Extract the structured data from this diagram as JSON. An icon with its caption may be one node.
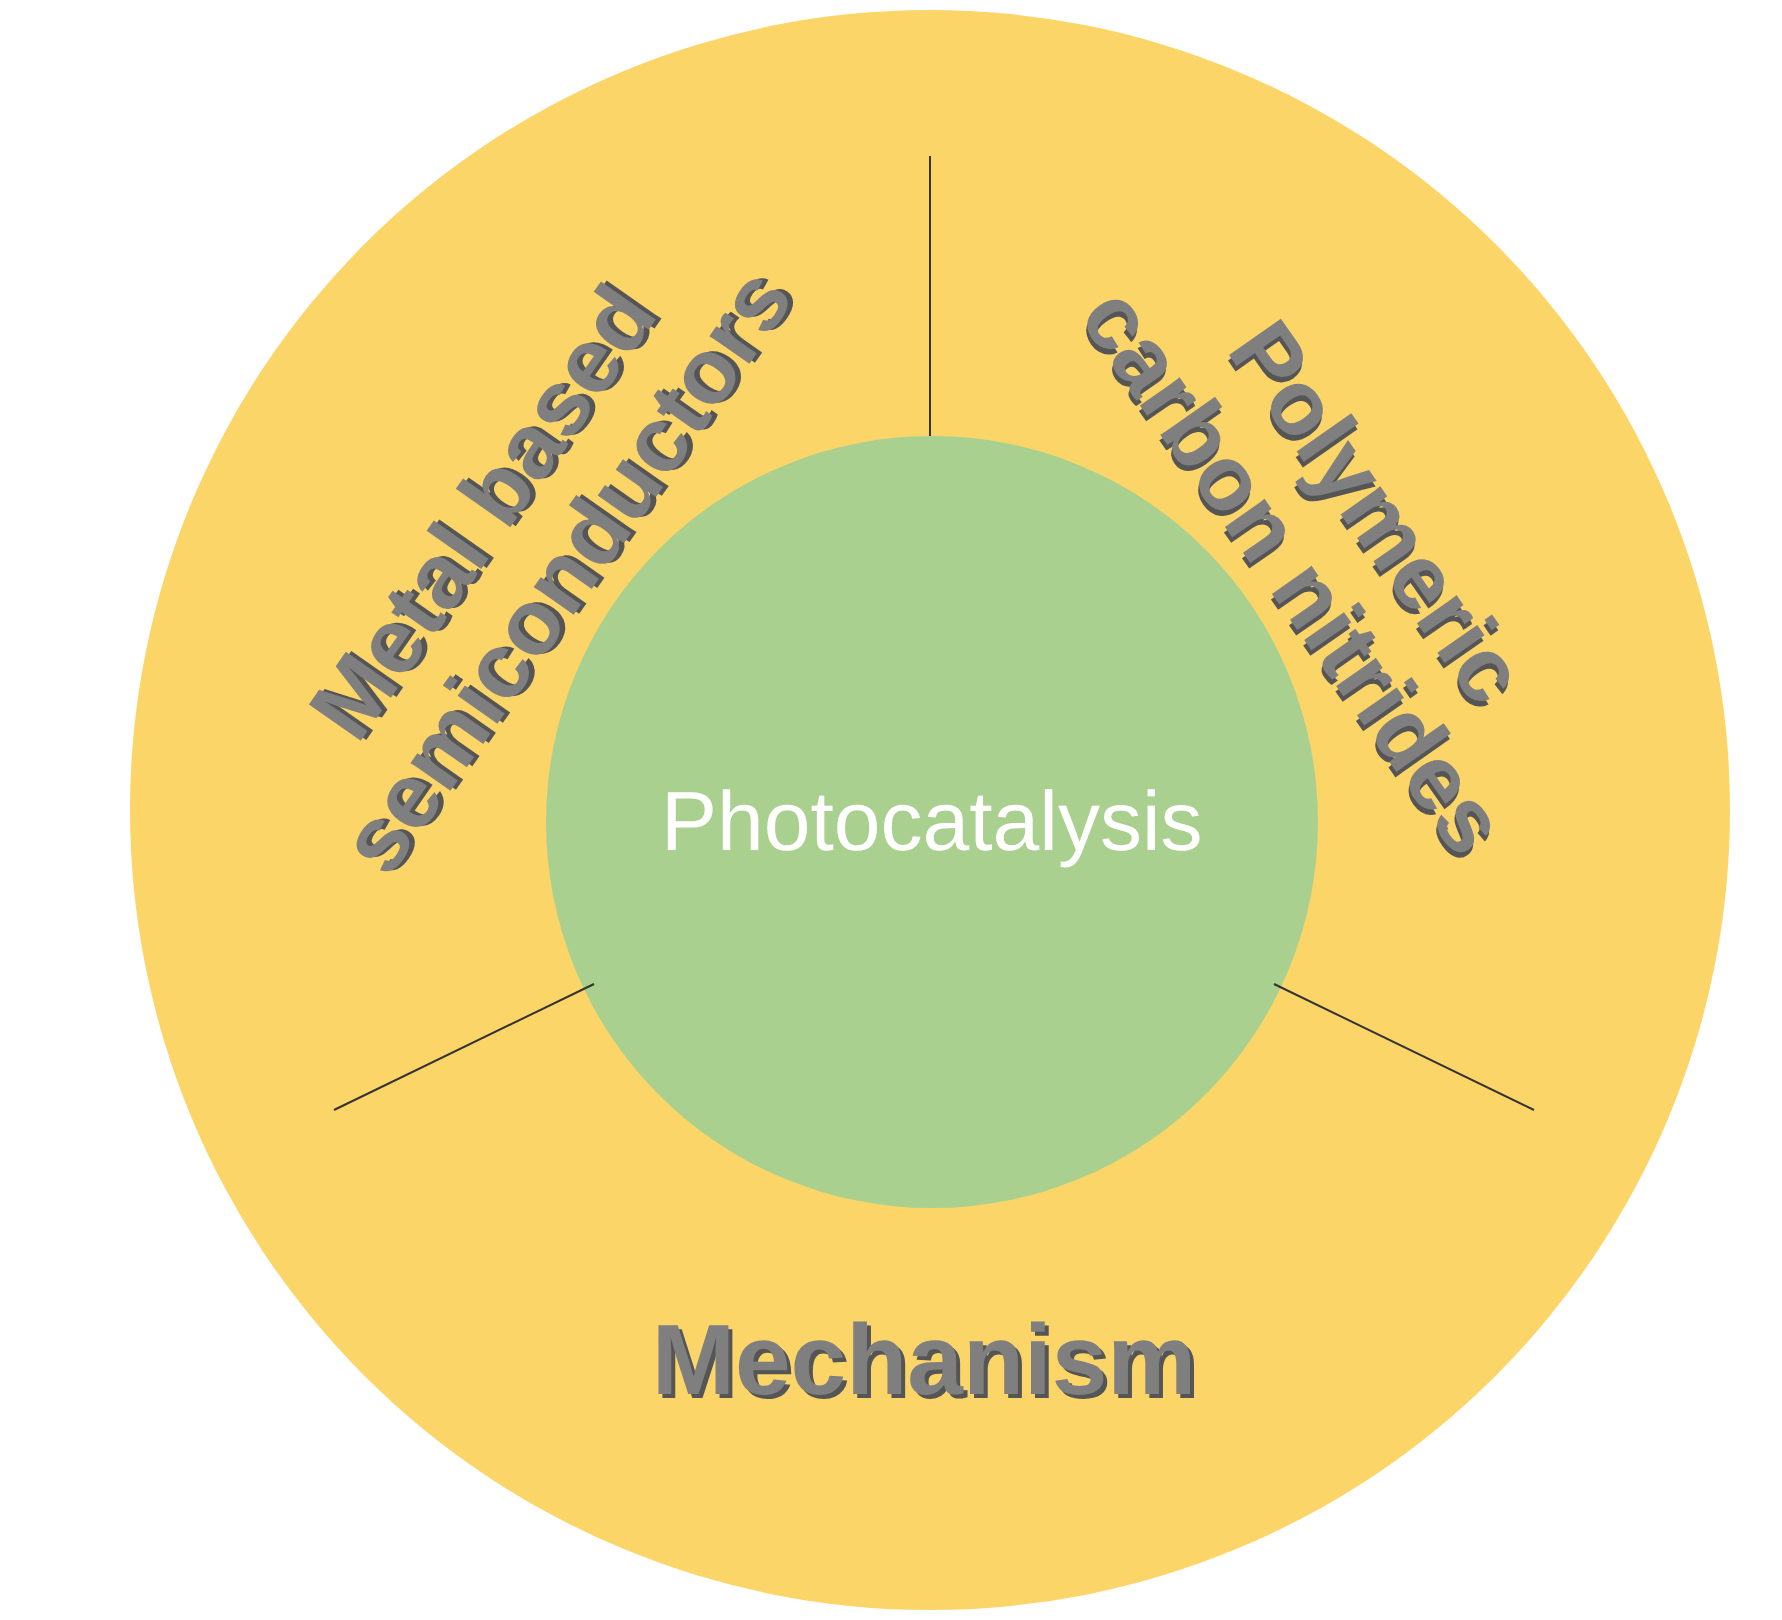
{
  "diagram": {
    "nodes": [
      {
        "text": [],
        "shape": "circle"
      },
      {
        "text": [
          "Photocatalysis"
        ],
        "in": 0
      }
    ],
    "edges": [],
    "labels": [
      "Metal based semiconductors",
      "Polymeric carbon nitrides",
      "Mechanism"
    ]
  }
}
